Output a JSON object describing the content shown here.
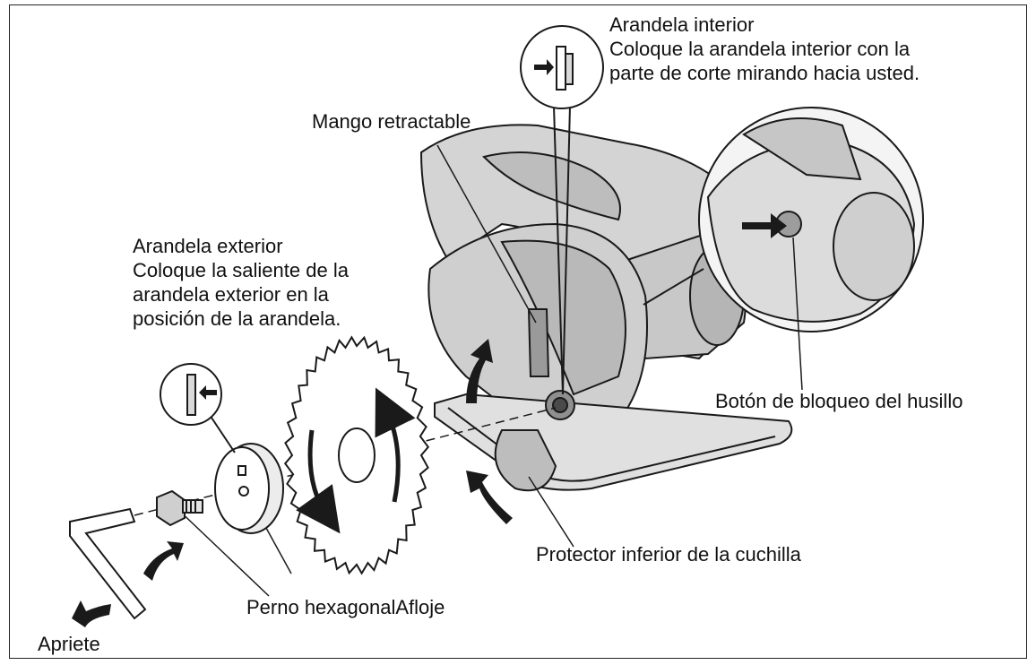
{
  "labels": {
    "inner_washer": {
      "title": "Arandela interior",
      "line1": "Coloque la arandela interior con la",
      "line2": "parte de corte mirando hacia usted."
    },
    "retractable_handle": "Mango retractable",
    "outer_washer": {
      "title": "Arandela exterior",
      "line1": "Coloque la saliente de la",
      "line2": "arandela exterior en la",
      "line3": "posición de la arandela."
    },
    "spindle_lock": "Botón de bloqueo del husillo",
    "lower_guard": "Protector inferior de la cuchilla",
    "hex_bolt": "Perno hexagonalAfloje",
    "tighten": "Apriete"
  },
  "colors": {
    "line": "#1a1a1a",
    "shade": "#d9d9d9",
    "dark": "#4a4a4a",
    "background": "#ffffff"
  },
  "icons": [
    "hex-wrench-icon",
    "hex-bolt-icon",
    "outer-washer-icon",
    "saw-blade-icon",
    "circular-saw-icon",
    "arrow-icon"
  ]
}
